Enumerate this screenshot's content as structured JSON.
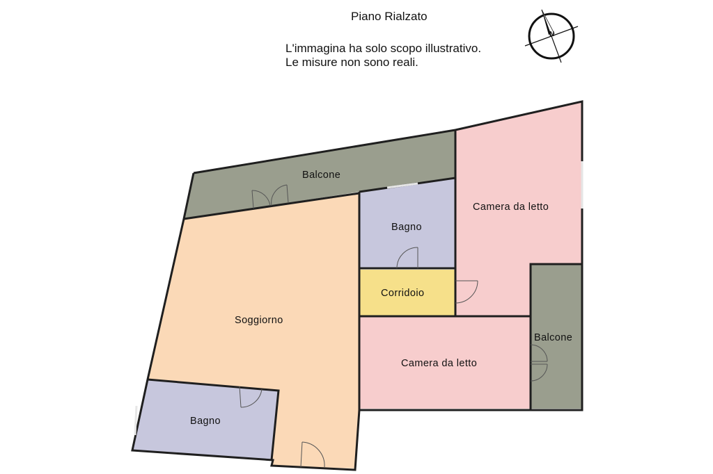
{
  "header": {
    "title": "Piano Rialzato",
    "note_line1": "L'immagina ha solo scopo illustrativo.",
    "note_line2": "Le misure non sono reali."
  },
  "compass": {
    "label": "N"
  },
  "rooms": {
    "balcone_top": "Balcone",
    "bagno_top": "Bagno",
    "camera_top": "Camera da letto",
    "corridoio": "Corridoio",
    "soggiorno": "Soggiorno",
    "camera_bottom": "Camera da letto",
    "balcone_right": "Balcone",
    "bagno_bottom": "Bagno"
  },
  "colors": {
    "balcone": "#9a9e8e",
    "bagno": "#c7c7dd",
    "camera": "#f7cdcd",
    "corridoio": "#f6e08a",
    "soggiorno": "#fbd9b7",
    "wall": "#1f1f1f"
  }
}
